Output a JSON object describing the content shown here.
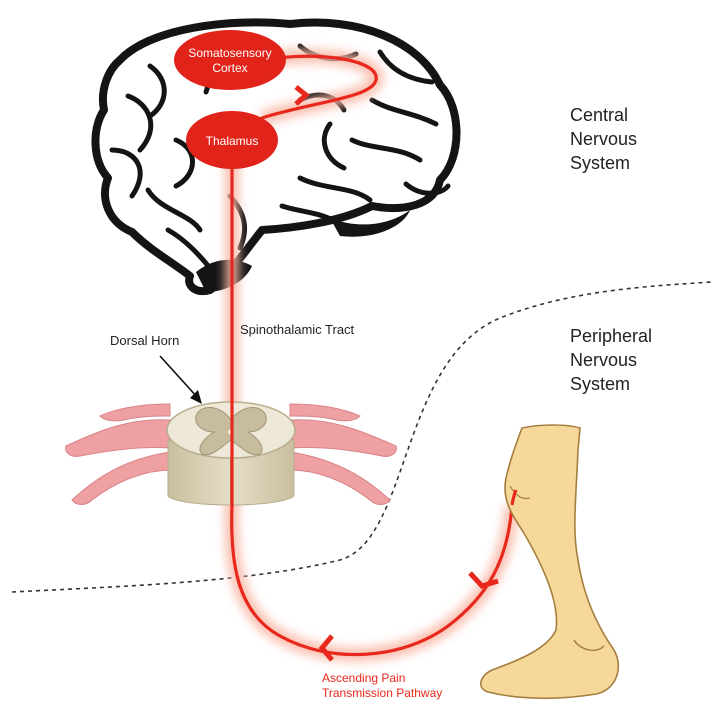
{
  "labels": {
    "somatosensory_line1": "Somatosensory",
    "somatosensory_line2": "Cortex",
    "thalamus": "Thalamus",
    "cns_line1": "Central",
    "cns_line2": "Nervous",
    "cns_line3": "System",
    "pns_line1": "Peripheral",
    "pns_line2": "Nervous",
    "pns_line3": "System",
    "dorsal_horn": "Dorsal Horn",
    "spinothalamic": "Spinothalamic Tract",
    "pathway_line1": "Ascending Pain",
    "pathway_line2": "Transmission Pathway"
  },
  "colors": {
    "pathway": "#e8281c",
    "glow": "#f9b7a6",
    "node": "#e2231a",
    "nerve": "#eea0a3",
    "spine_grey": "#d6cdb5",
    "leg_skin": "#f6d99a",
    "text_dark": "#222222"
  },
  "icons": {
    "brain": "brain-icon",
    "spinal_cord": "spinal-cord-icon",
    "leg": "leg-foot-icon",
    "arrow": "pointer-arrow-icon"
  }
}
